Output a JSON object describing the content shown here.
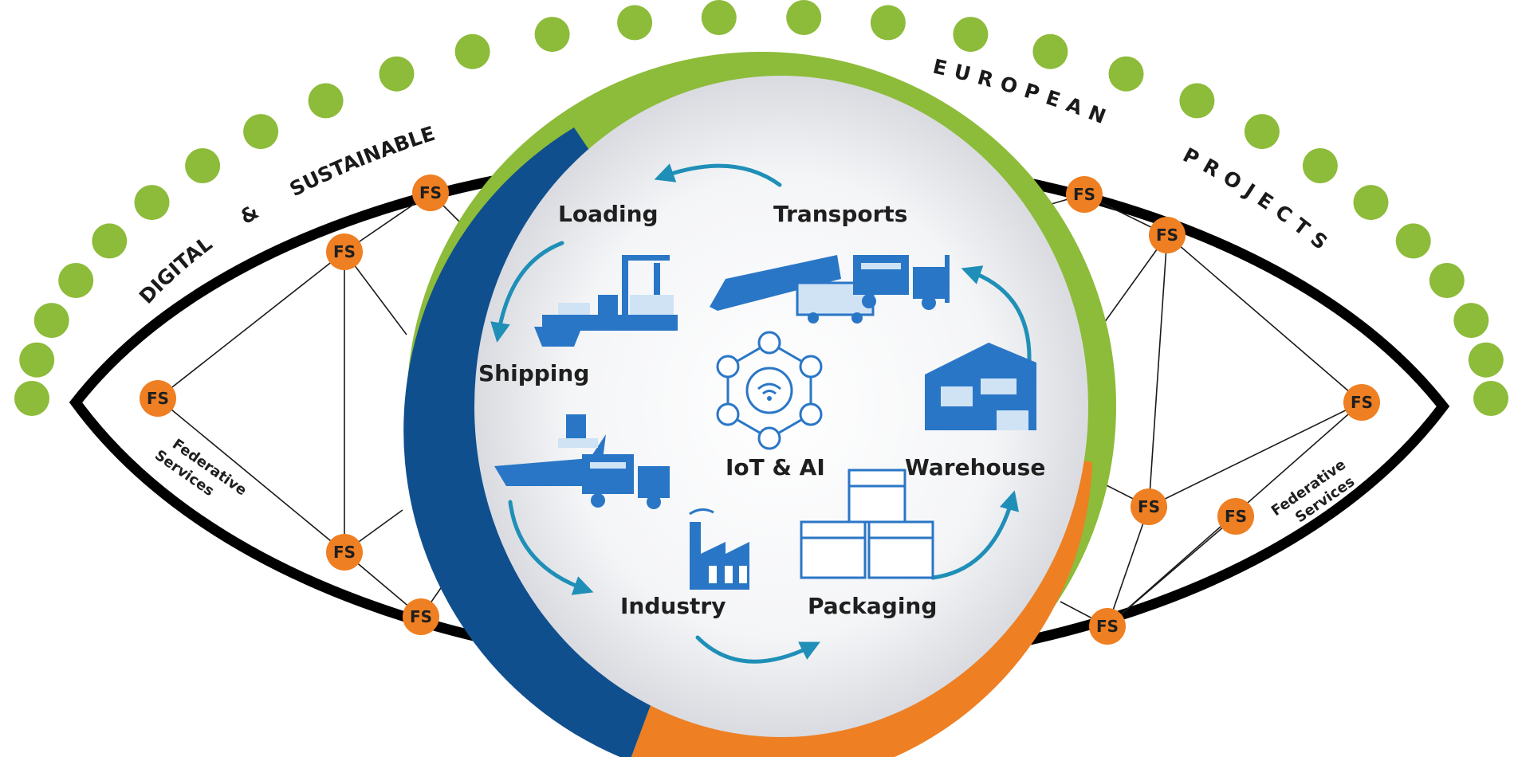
{
  "banner": {
    "word1": "DIGITAL",
    "amp": "&",
    "word2": "SUSTAINABLE",
    "word3": "EUROPEAN",
    "word4": "PROJECTS"
  },
  "stages": {
    "loading": "Loading",
    "transports": "Transports",
    "shipping": "Shipping",
    "warehouse": "Warehouse",
    "industry": "Industry",
    "packaging": "Packaging"
  },
  "center": {
    "label": "IoT & AI"
  },
  "network": {
    "node_label": "FS",
    "left_caption": [
      "Federative",
      "Services"
    ],
    "right_caption": [
      "Federative",
      "Services"
    ]
  },
  "colors": {
    "dots": "#8dbb3a",
    "fs_node": "#ee7f22",
    "ring_blue": "#0f4f8e",
    "ring_green": "#8dbb3a",
    "ring_orange": "#ee7f22",
    "eye_outline": "#000000",
    "icons": "#2a76c6",
    "arrows": "#1f8fb8"
  },
  "icons": [
    "crane-port-icon",
    "train-truck-icon",
    "forklift-icon",
    "ship-icon",
    "warehouse-icon",
    "factory-icon",
    "boxes-icon",
    "iot-network-icon"
  ]
}
